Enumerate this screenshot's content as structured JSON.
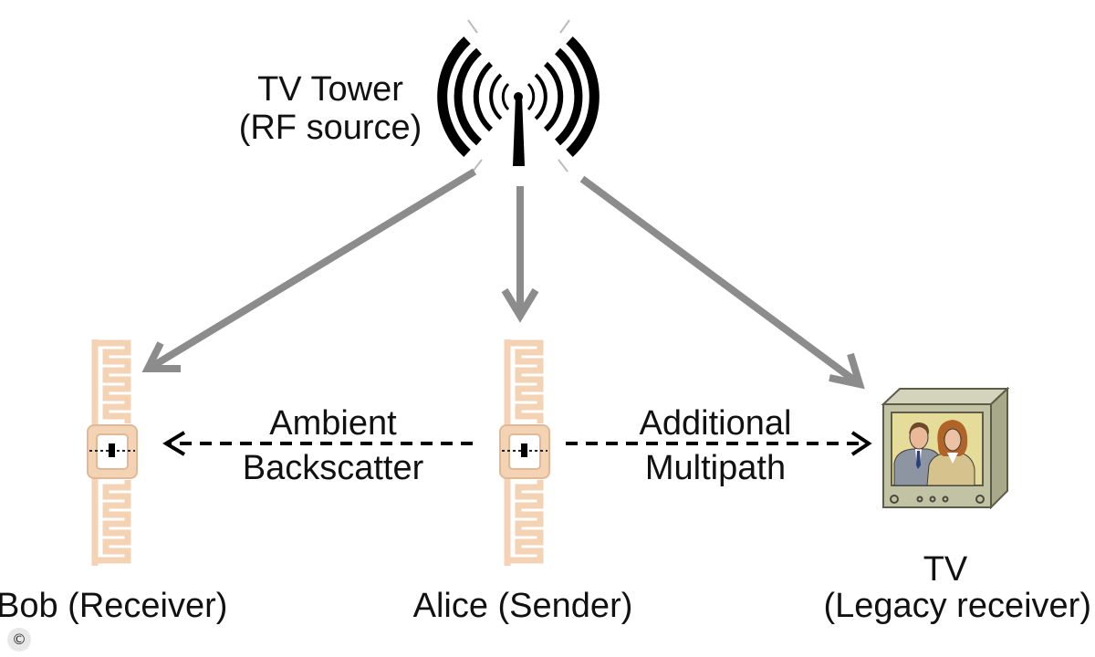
{
  "tower": {
    "label_line1": "TV Tower",
    "label_line2": "(RF source)"
  },
  "nodes": {
    "bob": {
      "label": "Bob (Receiver)"
    },
    "alice": {
      "label": "Alice (Sender)"
    },
    "tv": {
      "label_line1": "TV",
      "label_line2": "(Legacy receiver)"
    }
  },
  "links": {
    "backscatter": {
      "line1": "Ambient",
      "line2": "Backscatter"
    },
    "multipath": {
      "line1": "Additional",
      "line2": "Multipath"
    }
  },
  "corner_mark": "©",
  "colors": {
    "arrow_gray": "#8c8c8c",
    "tag_fill": "#f4d2b4",
    "tag_stroke": "#e2b896",
    "tv_body": "#c2c2a4"
  }
}
